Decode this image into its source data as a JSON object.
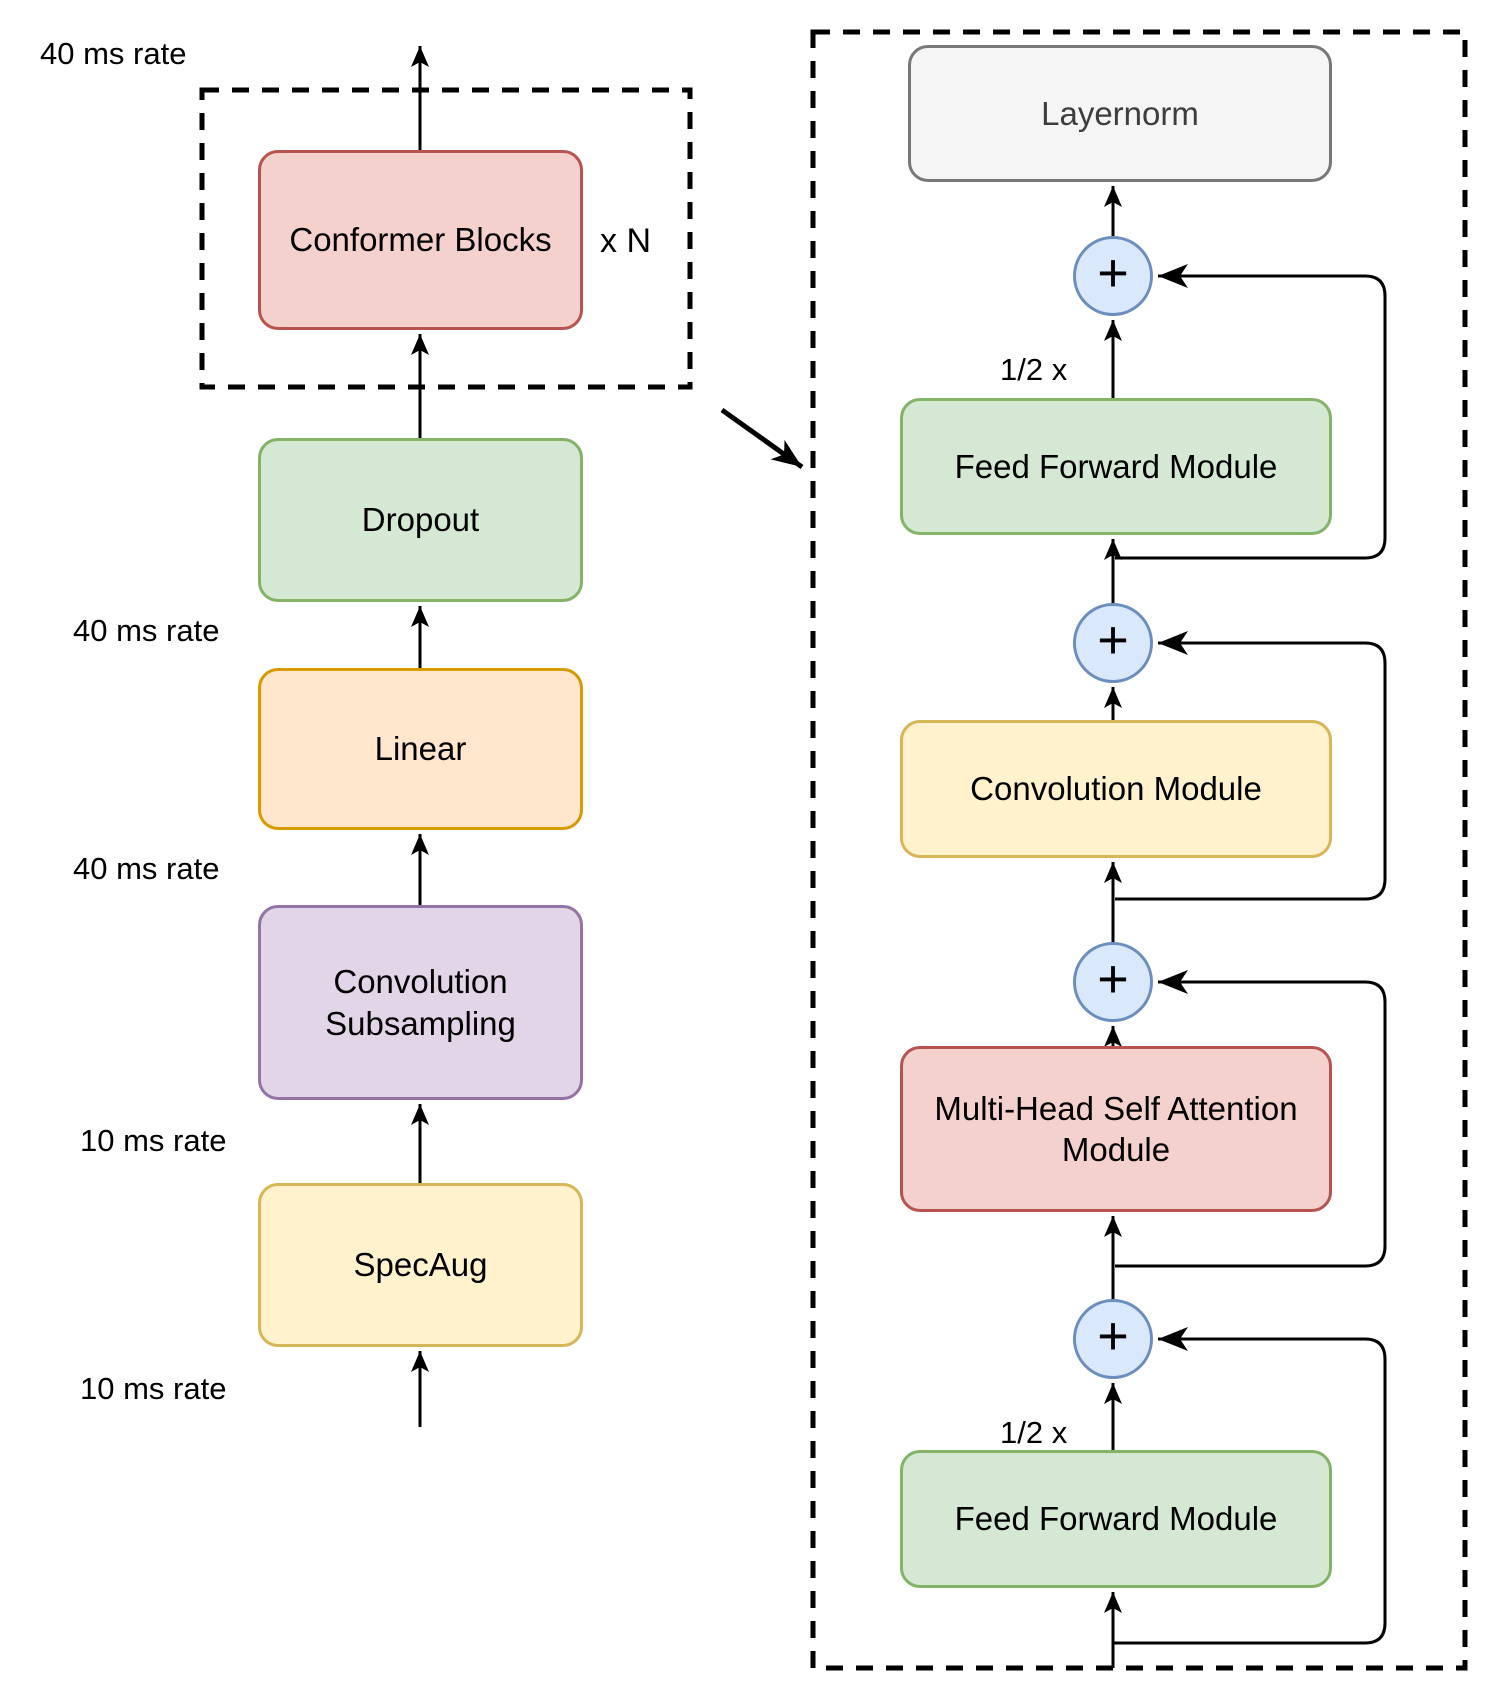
{
  "colors": {
    "background": "#ffffff",
    "line": "#000000",
    "text": "#000000",
    "red_fill": "#f5d1ce",
    "red_stroke": "#b85450",
    "green_fill": "#d5e8d4",
    "green_stroke": "#82b366",
    "orange_fill": "#ffe6cc",
    "orange_stroke": "#d79b00",
    "purple_fill": "#e1d5e7",
    "purple_stroke": "#9673a6",
    "yellow_fill": "#fff2cc",
    "yellow_stroke": "#d6b656",
    "gray_fill": "#f5f5f5",
    "gray_stroke": "#787878",
    "blue_fill": "#dae8fc",
    "blue_stroke": "#6c8ebf"
  },
  "encoder": {
    "rate_label_top": "40 ms rate",
    "conformer_blocks_label": "Conformer Blocks",
    "repeat_label": "x N",
    "dropout_label": "Dropout",
    "rate_label_2": "40 ms rate",
    "linear_label": "Linear",
    "rate_label_3": "40 ms rate",
    "conv_subsampling_label": "Convolution Subsampling",
    "rate_label_4": "10 ms rate",
    "specaug_label": "SpecAug",
    "rate_label_5": "10 ms rate"
  },
  "block_detail": {
    "layernorm_label": "Layernorm",
    "plus": "+",
    "half_scale_label_top": "1/2 x",
    "feed_forward_top_label": "Feed Forward Module",
    "convolution_label": "Convolution Module",
    "mhsa_label": "Multi-Head Self Attention Module",
    "half_scale_label_bottom": "1/2 x",
    "feed_forward_bottom_label": "Feed Forward Module"
  }
}
